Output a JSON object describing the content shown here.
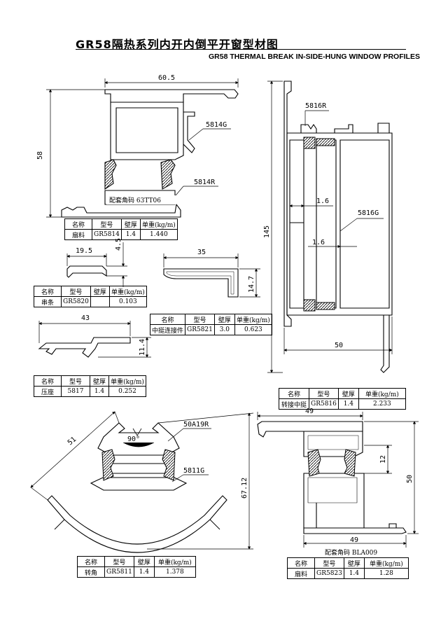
{
  "title_cn": "GR58隔热系列内开内倒平开窗型材图",
  "title_en": "GR58 THERMAL BREAK IN-SIDE-HUNG WINDOW PROFILES",
  "headers": {
    "name": "名称",
    "model": "型号",
    "thickness": "壁厚",
    "weight": "单重(kg/m)"
  },
  "profiles": {
    "p5814": {
      "name": "扇料",
      "model": "GR5814",
      "thickness": "1.4",
      "weight": "1.440",
      "width": "60.5",
      "height": "58",
      "label_top": "5814G",
      "label_bottom": "5814R",
      "note": "配套角码 63TT06"
    },
    "p5820": {
      "name": "串条",
      "model": "GR5820",
      "thickness": "",
      "weight": "0.103",
      "width": "19.5",
      "height": "4.5"
    },
    "p5821": {
      "name": "中挺连接件",
      "model": "GR5821",
      "thickness": "3.0",
      "weight": "0.623",
      "width": "35",
      "height": "14.7"
    },
    "p5817": {
      "name": "压座",
      "model": "5817",
      "thickness": "1.4",
      "weight": "0.252",
      "width": "43",
      "height": "11.4"
    },
    "p5816": {
      "name": "转接中挺",
      "model": "GR5816",
      "thickness": "1.4",
      "weight": "2.233",
      "height": "145",
      "width": "50",
      "wall1": "1.6",
      "wall2": "1.6",
      "label_top": "5816R",
      "label_mid": "5816G"
    },
    "p5811": {
      "name": "转角",
      "model": "GR5811",
      "thickness": "1.4",
      "weight": "1.378",
      "side": "51",
      "height": "67.12",
      "angle": "90°",
      "label_top": "50A19R",
      "label_mid": "5811G"
    },
    "p5823": {
      "name": "扇料",
      "model": "GR5823",
      "thickness": "1.4",
      "weight": "1.28",
      "width_top": "49",
      "width_bottom": "49",
      "height": "50",
      "gap": "12",
      "note": "配套角码 BLA009"
    }
  }
}
